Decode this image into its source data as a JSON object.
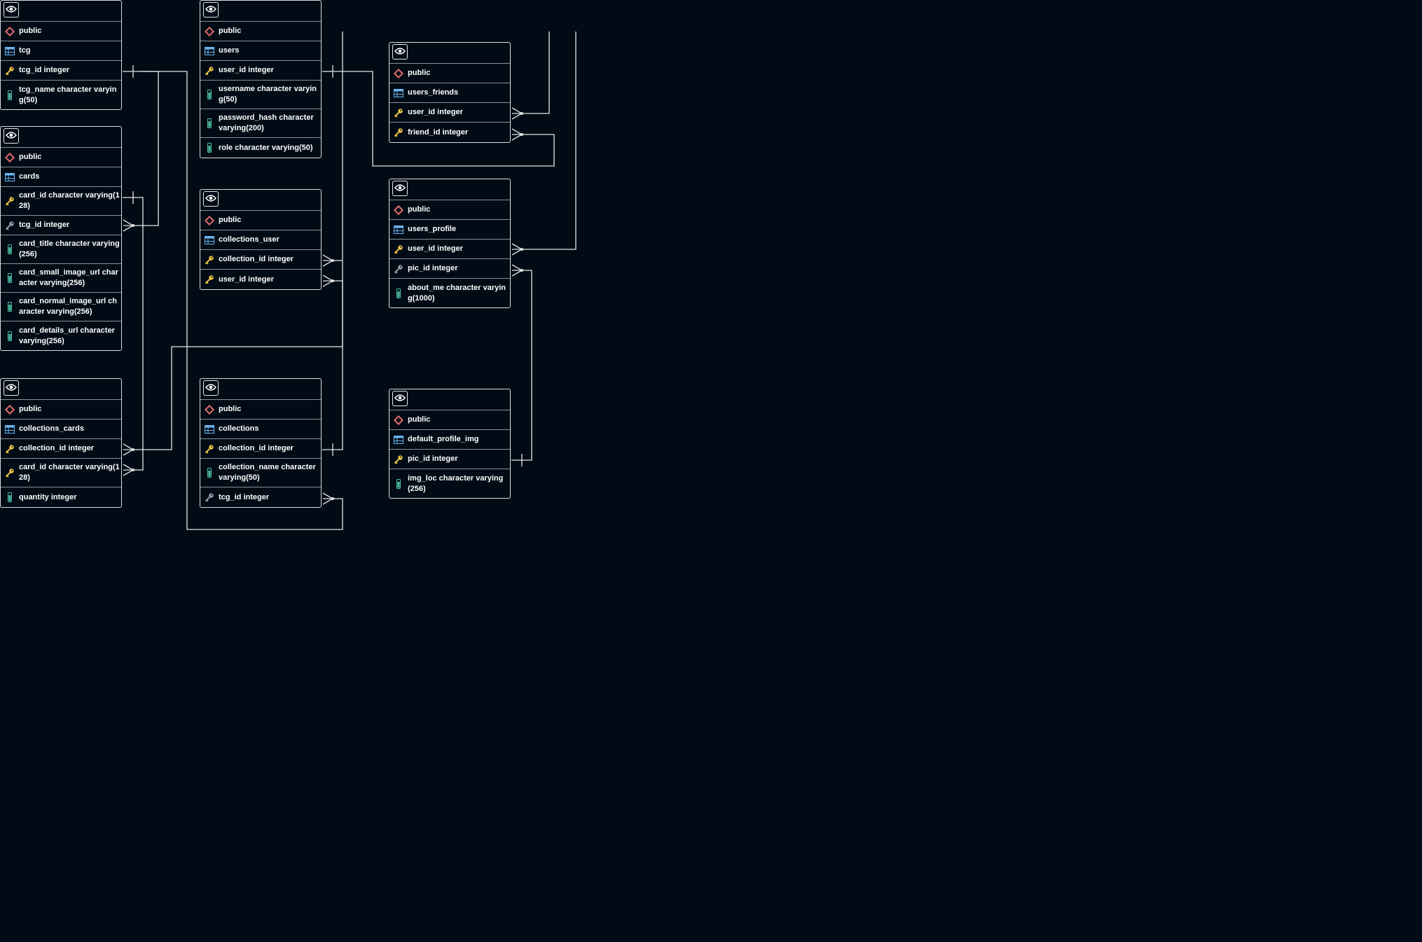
{
  "colors": {
    "background": "#000b15",
    "line": "#e6e6e6",
    "schema_icon": "#e06a6a",
    "table_icon": "#6ab4f0",
    "key_icon": "#f2c744",
    "fk_key_icon": "#9aa0a8",
    "column_icon": "#4ec2a6"
  },
  "tables": [
    {
      "id": "tcg",
      "schema": "public",
      "name": "tcg",
      "columns": [
        {
          "icon": "primary-key-icon",
          "text": "tcg_id integer"
        },
        {
          "icon": "column-icon",
          "text": "tcg_name character varying(50)"
        }
      ]
    },
    {
      "id": "users",
      "schema": "public",
      "name": "users",
      "columns": [
        {
          "icon": "primary-key-icon",
          "text": "user_id integer"
        },
        {
          "icon": "column-icon",
          "text": "username character varying(50)"
        },
        {
          "icon": "column-icon",
          "text": "password_hash character varying(200)"
        },
        {
          "icon": "column-icon",
          "text": "role character varying(50)"
        }
      ]
    },
    {
      "id": "users_friends",
      "schema": "public",
      "name": "users_friends",
      "columns": [
        {
          "icon": "primary-key-icon",
          "text": "user_id integer"
        },
        {
          "icon": "primary-key-icon",
          "text": "friend_id integer"
        }
      ]
    },
    {
      "id": "cards",
      "schema": "public",
      "name": "cards",
      "columns": [
        {
          "icon": "primary-key-icon",
          "text": "card_id character varying(128)"
        },
        {
          "icon": "foreign-key-icon",
          "text": "tcg_id integer"
        },
        {
          "icon": "column-icon",
          "text": "card_title character varying(256)"
        },
        {
          "icon": "column-icon",
          "text": "card_small_image_url character varying(256)"
        },
        {
          "icon": "column-icon",
          "text": "card_normal_image_url character varying(256)"
        },
        {
          "icon": "column-icon",
          "text": "card_details_url character varying(256)"
        }
      ]
    },
    {
      "id": "collections_user",
      "schema": "public",
      "name": "collections_user",
      "columns": [
        {
          "icon": "primary-key-icon",
          "text": "collection_id integer"
        },
        {
          "icon": "primary-key-icon",
          "text": "user_id integer"
        }
      ]
    },
    {
      "id": "users_profile",
      "schema": "public",
      "name": "users_profile",
      "columns": [
        {
          "icon": "primary-key-icon",
          "text": "user_id integer"
        },
        {
          "icon": "foreign-key-icon",
          "text": "pic_id integer"
        },
        {
          "icon": "column-icon",
          "text": "about_me character varying(1000)"
        }
      ]
    },
    {
      "id": "collections_cards",
      "schema": "public",
      "name": "collections_cards",
      "columns": [
        {
          "icon": "primary-key-icon",
          "text": "collection_id integer"
        },
        {
          "icon": "primary-key-icon",
          "text": "card_id character varying(128)"
        },
        {
          "icon": "column-icon",
          "text": "quantity integer"
        }
      ]
    },
    {
      "id": "collections",
      "schema": "public",
      "name": "collections",
      "columns": [
        {
          "icon": "primary-key-icon",
          "text": "collection_id integer"
        },
        {
          "icon": "column-icon",
          "text": "collection_name character varying(50)"
        },
        {
          "icon": "foreign-key-icon",
          "text": "tcg_id integer"
        }
      ]
    },
    {
      "id": "default_profile_img",
      "schema": "public",
      "name": "default_profile_img",
      "columns": [
        {
          "icon": "primary-key-icon",
          "text": "pic_id integer"
        },
        {
          "icon": "column-icon",
          "text": "img_loc character varying(256)"
        }
      ]
    }
  ]
}
